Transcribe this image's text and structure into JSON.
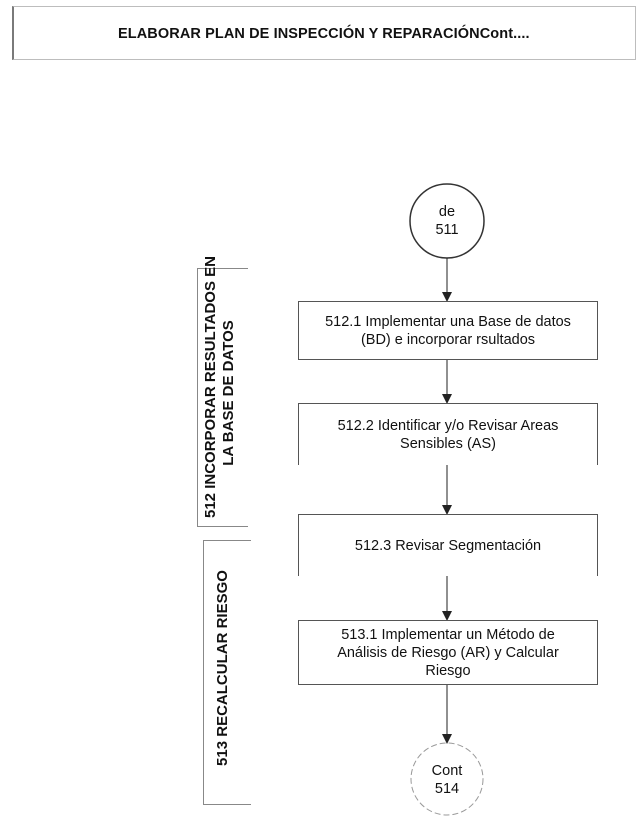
{
  "header": {
    "title": "ELABORAR PLAN DE INSPECCIÓN Y REPARACIÓNCont...."
  },
  "connectors": {
    "start": {
      "line1": "de",
      "line2": "511"
    },
    "end": {
      "line1": "Cont",
      "line2": "514"
    }
  },
  "sections": {
    "s512": {
      "line1": "512 INCORPORAR RESULTADOS EN",
      "line2": "LA BASE DE DATOS"
    },
    "s513": {
      "label": "513 RECALCULAR RIESGO"
    }
  },
  "steps": [
    {
      "line1": "512.1  Implementar una Base de datos",
      "line2": "(BD) e incorporar rsultados",
      "line3": ""
    },
    {
      "line1": "512.2 Identificar  y/o Revisar Areas",
      "line2": "Sensibles (AS)",
      "line3": ""
    },
    {
      "line1": "512.3  Revisar Segmentación",
      "line2": "",
      "line3": ""
    },
    {
      "line1": "513.1 Implementar un Método de",
      "line2": "Análisis de Riesgo (AR) y Calcular",
      "line3": "Riesgo"
    }
  ]
}
